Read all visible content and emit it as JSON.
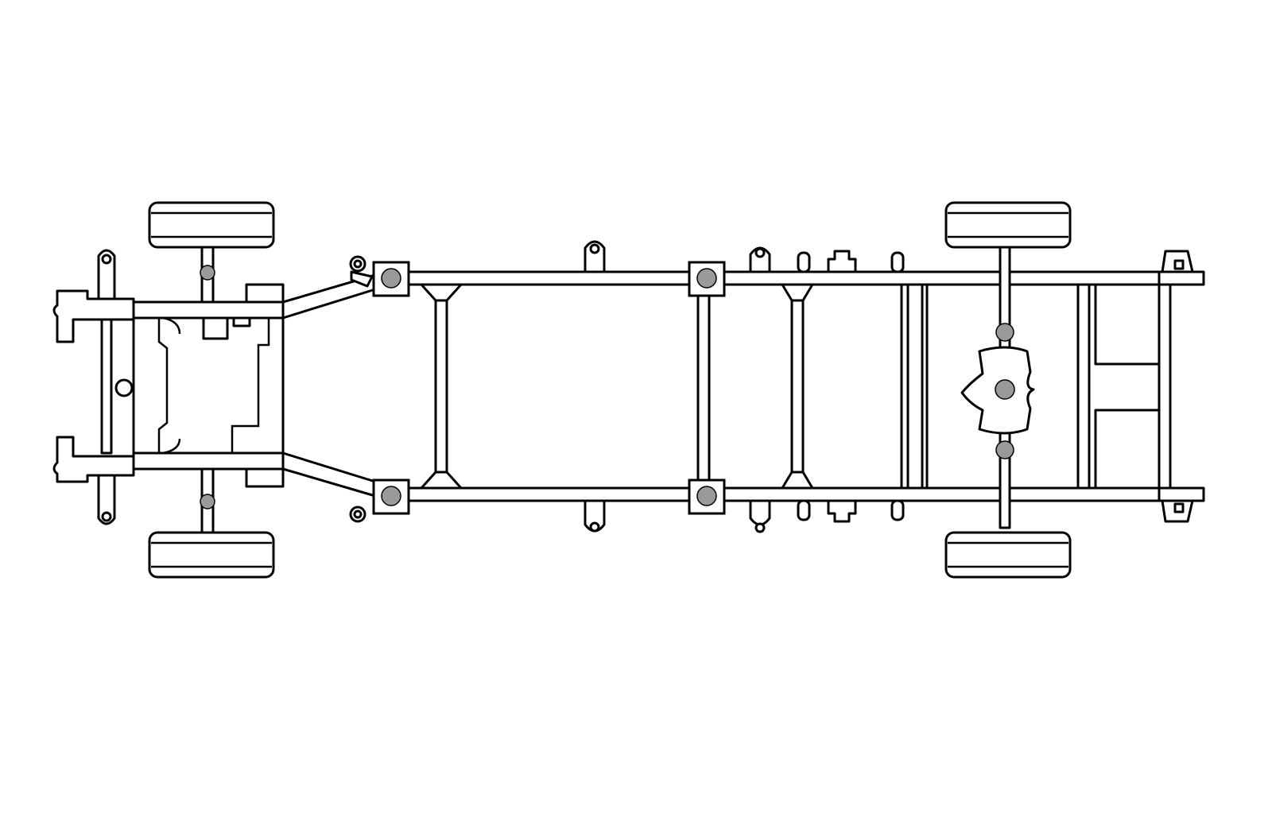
{
  "diagram": {
    "subject": "vehicle-chassis-frame-top-view",
    "background_color": "#ffffff",
    "line_color": "#000000",
    "mount_color": "#9a9a9a",
    "counts": {
      "wheels": 4,
      "frame_mounts": 4,
      "axle_mounts": 4,
      "differential_mounts": 3
    }
  }
}
